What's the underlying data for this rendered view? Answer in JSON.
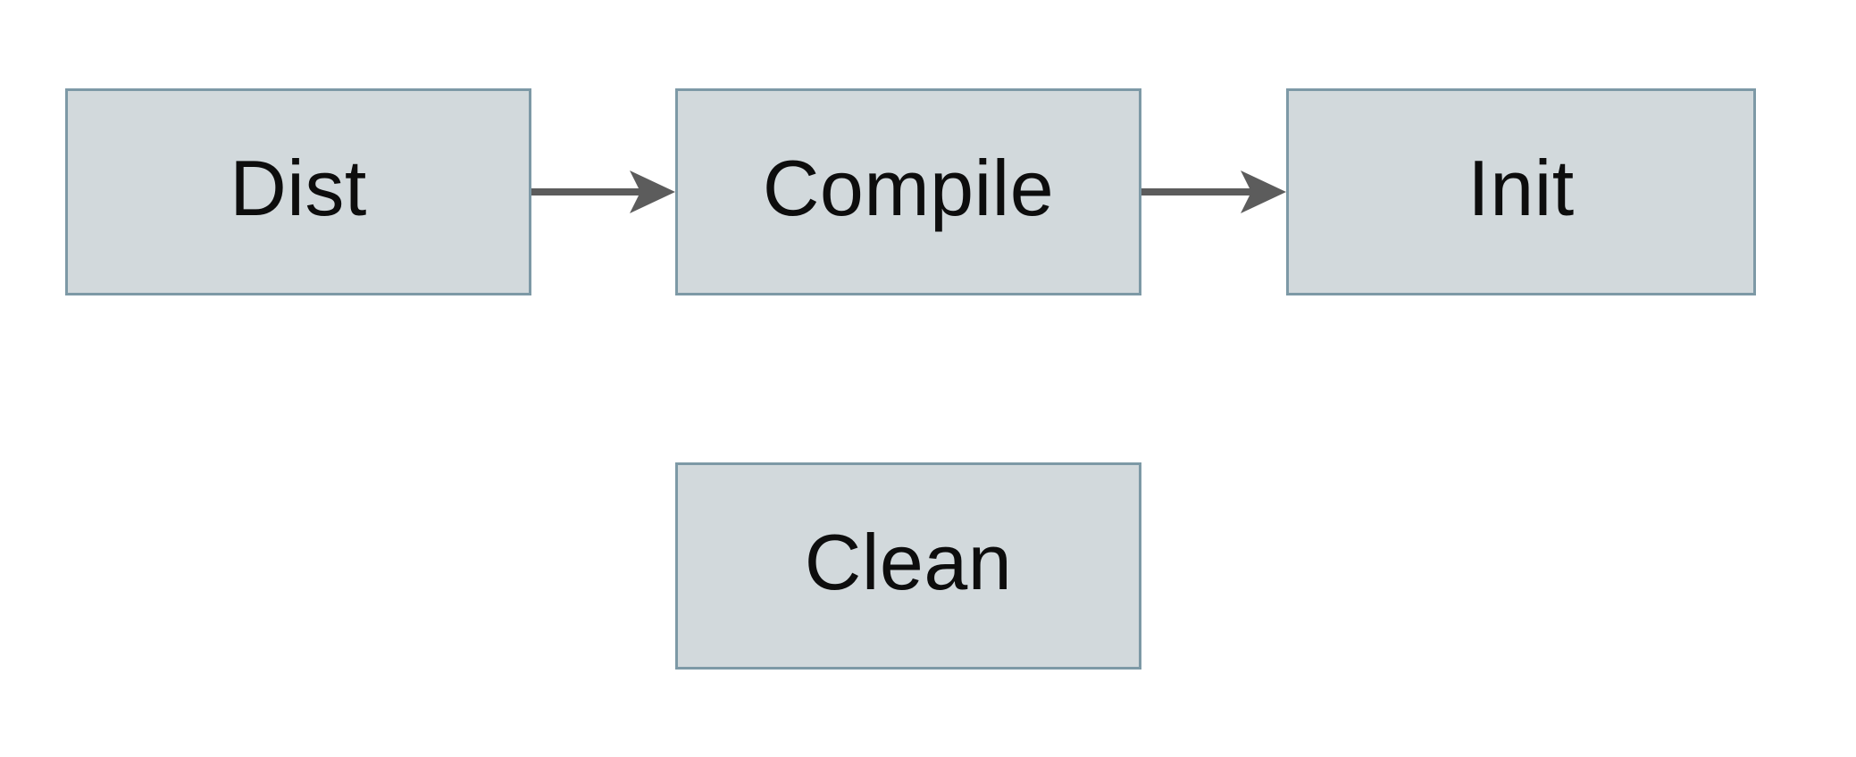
{
  "diagram": {
    "type": "flowchart",
    "background_color": "#ffffff",
    "node_fill_color": "#d2d9dc",
    "node_border_color": "#7d99a6",
    "arrow_color": "#5c5c5c",
    "label_color": "#0d0d0d",
    "nodes": [
      {
        "id": "dist",
        "label": "Dist"
      },
      {
        "id": "compile",
        "label": "Compile"
      },
      {
        "id": "init",
        "label": "Init"
      },
      {
        "id": "clean",
        "label": "Clean"
      }
    ],
    "edges": [
      {
        "from": "Dist",
        "to": "Compile",
        "style": "arrow-right"
      },
      {
        "from": "Compile",
        "to": "Init",
        "style": "arrow-right"
      }
    ]
  }
}
